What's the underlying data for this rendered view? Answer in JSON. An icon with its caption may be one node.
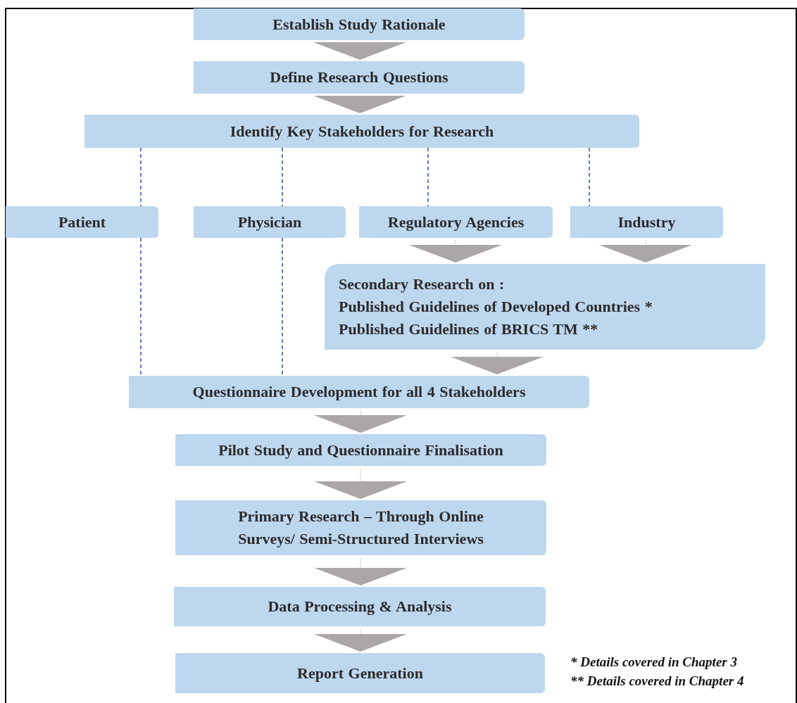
{
  "diagram": {
    "nodes": [
      {
        "text": [
          "Establish Study Rationale"
        ]
      },
      {
        "text": [
          "Define Research Questions"
        ]
      },
      {
        "text": [
          "Identify Key Stakeholders for Research"
        ]
      },
      {
        "text": [
          "Patient"
        ]
      },
      {
        "text": [
          "Physician"
        ]
      },
      {
        "text": [
          "Regulatory Agencies"
        ]
      },
      {
        "text": [
          "Industry"
        ]
      },
      {
        "text": [
          "Secondary Research on :",
          "Published Guidelines of Developed Countries *",
          "Published Guidelines of BRICS TM **"
        ]
      },
      {
        "text": [
          "Questionnaire Development for all 4 Stakeholders"
        ]
      },
      {
        "text": [
          "Pilot Study and Questionnaire Finalisation"
        ]
      },
      {
        "text": [
          "Primary Research – Through Online Surveys/ Semi-Structured Interviews"
        ]
      },
      {
        "text": [
          "Data Processing & Analysis"
        ]
      },
      {
        "text": [
          "Report Generation"
        ]
      }
    ],
    "edges": [
      {
        "from": 0,
        "to": 1,
        "arrow": "to"
      },
      {
        "from": 1,
        "to": 2,
        "arrow": "to"
      },
      {
        "from": 2,
        "to": 3,
        "arrow": "none",
        "style": "dashed",
        "color": "#2f4f9f"
      },
      {
        "from": 2,
        "to": 4,
        "arrow": "none",
        "style": "dashed",
        "color": "#2f4f9f"
      },
      {
        "from": 2,
        "to": 5,
        "arrow": "none",
        "style": "dashed",
        "color": "#2f4f9f"
      },
      {
        "from": 2,
        "to": 6,
        "arrow": "none",
        "style": "dashed",
        "color": "#2f4f9f"
      },
      {
        "from": 5,
        "to": 7,
        "arrow": "to"
      },
      {
        "from": 6,
        "to": 7,
        "arrow": "to"
      },
      {
        "from": 3,
        "to": 8,
        "arrow": "none",
        "style": "dashed",
        "color": "#2f4f9f"
      },
      {
        "from": 4,
        "to": 8,
        "arrow": "none",
        "style": "dashed",
        "color": "#2f4f9f"
      },
      {
        "from": 7,
        "to": 8,
        "arrow": "to"
      },
      {
        "from": 8,
        "to": 9,
        "arrow": "to"
      },
      {
        "from": 9,
        "to": 10,
        "arrow": "to"
      },
      {
        "from": 10,
        "to": 11,
        "arrow": "to"
      },
      {
        "from": 11,
        "to": 12,
        "arrow": "to"
      }
    ],
    "labels": [
      "* Details covered in Chapter 3",
      "** Details covered in Chapter 4"
    ]
  }
}
